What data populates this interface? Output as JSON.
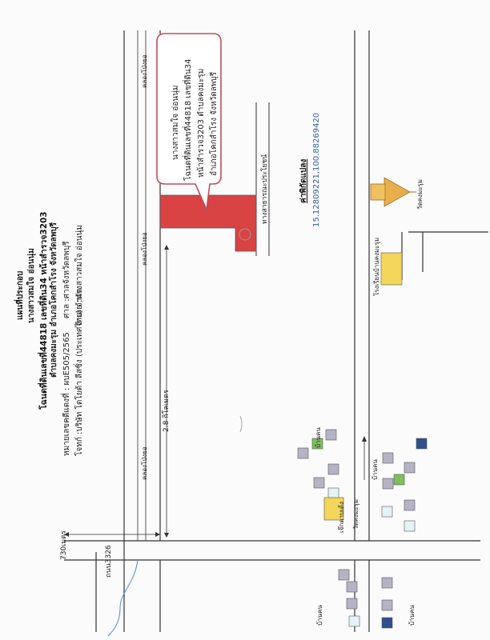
{
  "header": {
    "title": "แผนที่ประกอบ",
    "owner": "นางสาวสมใจ อ่อนนุ่ม",
    "deed": "โฉนดที่ดินเลขที่44818 เลขที่ดิน34 หน้าสำรวจ3203",
    "location": "ตำบลคงมะรุม อำเภอโคกสำโรง จังหวัดลพบุรี",
    "ref": "หมายเลขคดีแดงที่ : ผบE505/2565",
    "plaintiff": "โจทก์ :บริษัท โตโยต้า ลีสซิ่ง (ประเทศไทย) จำกัด",
    "court": "ศาล :ศาลจังหวัดลพบุรี",
    "defendant": "จำเลย :นางสาวสมใจ อ่อนนุ่ม"
  },
  "callout": {
    "line1": "นางสาวสมใจ อ่อนนุ่ม",
    "line2": "โฉนดที่ดินเลขที่44818 เลขที่ดิน34",
    "line3": "หน้าสำรวจ3203 ตำบลคงมะรุม",
    "line4": "อำเภอโคกสำโรง จังหวัดลพบุรี"
  },
  "labels": {
    "canal_1": "คลองโป่งยอ",
    "canal_2": "คลองโป่งยอ",
    "canal_3": "คลองโป่งยอ",
    "public_road": "ทางสาธารณะประโยชน์",
    "distance_28": "2.8 กิโลเมตร",
    "distance_730": "730เมตร",
    "road_3326": "ถนน3326",
    "coord_title": "ค่าพิกัดแปลง",
    "coord_value": "15.12809221,100.88269420",
    "temple": "วัดคงมะรุม",
    "school": "โรงเรียนบ้านคงมะรุม",
    "house_1": "บ้านคน",
    "house_2": "บ้านคน",
    "house_3": "บ้านคน",
    "house_4": "บ้านคน",
    "to_temple": "วัดคงมะรุม",
    "fuel": "เจ๊กดาบเต้ง"
  },
  "colors": {
    "parcel": "#d94343",
    "yellow": "#f3d65a",
    "green": "#7fbf5e",
    "navy": "#2f4f8f",
    "grey": "#b7b3c6",
    "light": "#e4f3f6",
    "line": "#333333",
    "callout_border": "#c0505a",
    "coord": "#2c5fa8"
  }
}
